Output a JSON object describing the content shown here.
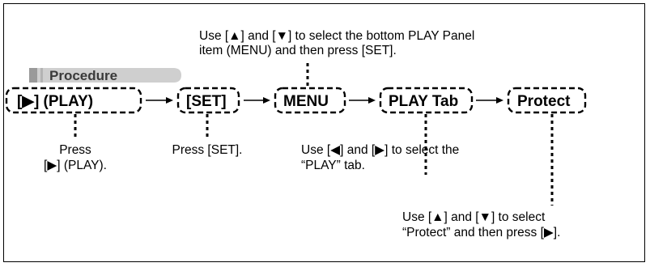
{
  "procedure_label": "Procedure",
  "steps": [
    {
      "label": "[▶] (PLAY)"
    },
    {
      "label": "[SET]"
    },
    {
      "label": "MENU"
    },
    {
      "label": "PLAY Tab"
    },
    {
      "label": "Protect"
    }
  ],
  "notes": {
    "top": [
      "Use [▲] and [▼] to select the bottom PLAY Panel",
      "item (MENU) and then press [SET]."
    ],
    "play": [
      "Press",
      "[▶] (PLAY)."
    ],
    "set": [
      "Press [SET]."
    ],
    "tab": [
      "Use [◀] and [▶] to select the",
      "“PLAY” tab."
    ],
    "protect": [
      "Use [▲] and [▼] to select",
      "“Protect” and then press [▶]."
    ]
  },
  "colors": {
    "procedure_tab": "#c8c8c8",
    "procedure_tab_dark": "#9a9a9a",
    "line": "#000000"
  }
}
